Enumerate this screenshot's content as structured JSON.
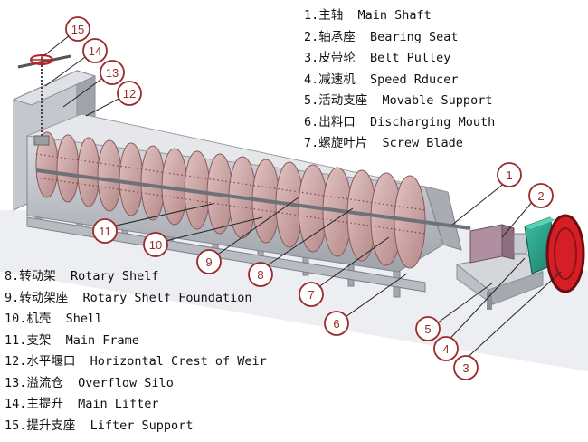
{
  "callouts": [
    "1",
    "2",
    "3",
    "4",
    "5",
    "6",
    "7",
    "8",
    "9",
    "10",
    "11",
    "12",
    "13",
    "14",
    "15"
  ],
  "legend_right": [
    {
      "num": "1.",
      "zh": "主轴",
      "en": "Main Shaft"
    },
    {
      "num": "2.",
      "zh": "轴承座",
      "en": "Bearing Seat"
    },
    {
      "num": "3.",
      "zh": "皮带轮",
      "en": "Belt Pulley"
    },
    {
      "num": "4.",
      "zh": "减速机",
      "en": "Speed Rducer"
    },
    {
      "num": "5.",
      "zh": "活动支座",
      "en": "Movable Support"
    },
    {
      "num": "6.",
      "zh": "出料口",
      "en": "Discharging Mouth"
    },
    {
      "num": "7.",
      "zh": "螺旋叶片",
      "en": "Screw Blade"
    }
  ],
  "legend_left": [
    {
      "num": "8.",
      "zh": "转动架",
      "en": "Rotary Shelf"
    },
    {
      "num": "9.",
      "zh": "转动架座",
      "en": "Rotary Shelf Foundation"
    },
    {
      "num": "10.",
      "zh": "机壳",
      "en": "Shell"
    },
    {
      "num": "11.",
      "zh": "支架",
      "en": "Main Frame"
    },
    {
      "num": "12.",
      "zh": "水平堰口",
      "en": "Horizontal Crest of Weir"
    },
    {
      "num": "13.",
      "zh": "溢流仓",
      "en": "Overflow Silo"
    },
    {
      "num": "14.",
      "zh": "主提升",
      "en": "Main Lifter"
    },
    {
      "num": "15.",
      "zh": "提升支座",
      "en": "Lifter Support"
    }
  ],
  "colors": {
    "callout_red": "#9b2a2a",
    "blade": "#c9a2a2",
    "blade_edge": "#8a5a5a",
    "frame": "#b9bcc2",
    "frame_dark": "#8b8f96",
    "reducer": "#27a08a",
    "pulley_red": "#d41f26"
  }
}
